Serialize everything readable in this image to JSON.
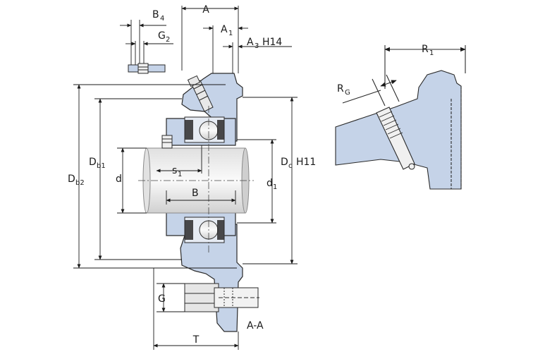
{
  "labels": {
    "A": "A",
    "A1": "A",
    "A1_sub": "1",
    "A3": "A",
    "A3_sub": "3",
    "H14": "H14",
    "B4": "B",
    "B4_sub": "4",
    "G2": "G",
    "G2_sub": "2",
    "R1": "R",
    "R1_sub": "1",
    "RG": "R",
    "RG_sub": "G",
    "Db1": "D",
    "Db1_sub": "b1",
    "Db2": "D",
    "Db2_sub": "b2",
    "d": "d",
    "s1": "s",
    "s1_sub": "1",
    "B": "B",
    "Dc": "D",
    "Dc_sub": "c",
    "H11": "H11",
    "d1": "d",
    "d1_sub": "1",
    "G": "G",
    "section": "A-A",
    "T": "T"
  },
  "colors": {
    "housing_fill": "#c5d3e8",
    "housing_stroke": "#2a2a2a",
    "shaft_light": "#f2f2f2",
    "shaft_dark": "#c9c9c9",
    "line": "#1a1a1a"
  }
}
